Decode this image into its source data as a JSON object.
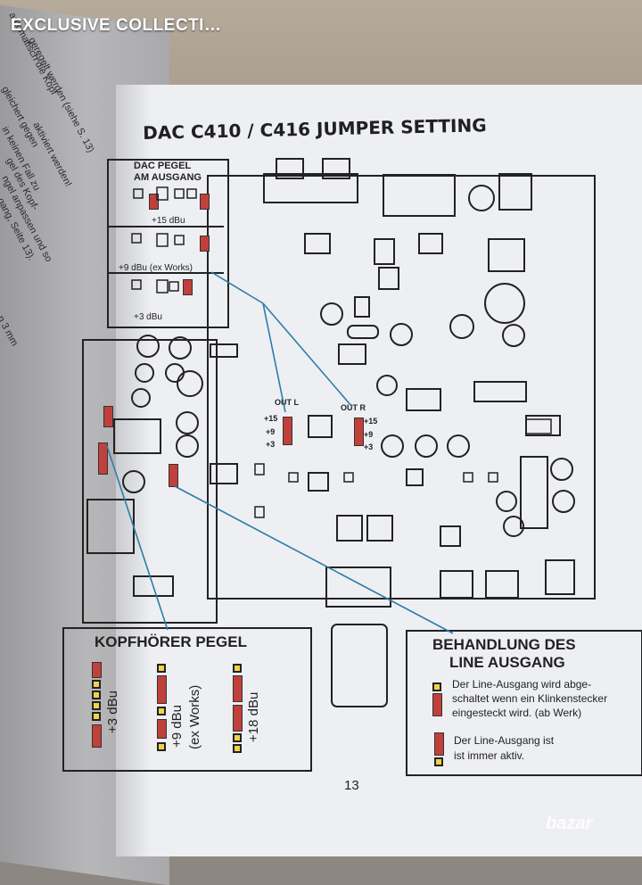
{
  "brand": "EXCLUSIVE COLLECTI…",
  "title": "DAC C410 / C416 JUMPER SETTING",
  "dac_pegel": {
    "header_line1": "DAC PEGEL",
    "header_line2": "AM AUSGANG",
    "options": [
      "+15 dBu",
      "+9 dBu (ex Works)",
      "+3 dBu"
    ]
  },
  "out_labels": {
    "left": "OUT L",
    "right": "OUT R",
    "levels": [
      "+15",
      "+9",
      "+3"
    ]
  },
  "kopfhoerer": {
    "title": "KOPFHÖRER PEGEL",
    "options": [
      "+3 dBu",
      "+9 dBu",
      "(ex Works)",
      "+18 dBu"
    ]
  },
  "line_ausgang": {
    "title_line1": "BEHANDLUNG DES",
    "title_line2": "LINE AUSGANG",
    "item1": [
      "Der Line-Ausgang wird abge-",
      "schaltet wenn ein Klinkenstecker",
      "eingesteckt wird. (ab Werk)"
    ],
    "item2": [
      "Der Line-Ausgang ist",
      "ist immer aktiv."
    ]
  },
  "left_page_fragments": [
    "automatisch die Kopf",
    "geregelt werden (siehe S. 13)",
    "gleichert gegen",
    "in keinen Fall zu",
    "aktiviert werden!",
    "ngel anpassen und so",
    "gel des Kopf-",
    "gang, Seite 13).",
    "n 3 mm"
  ],
  "page_number": "13",
  "watermark": "bazar",
  "colors": {
    "jumper": "#c0403c",
    "pin": "#f0d24a",
    "leader": "#2a7ea8"
  }
}
